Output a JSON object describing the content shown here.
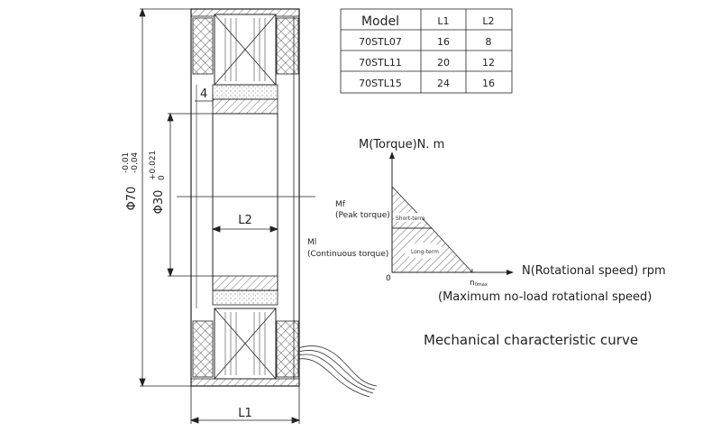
{
  "table": {
    "headers": [
      "Model",
      "L1",
      "L2"
    ],
    "rows": [
      [
        "70STL07",
        "16",
        "8"
      ],
      [
        "70STL11",
        "20",
        "12"
      ],
      [
        "70STL15",
        "24",
        "16"
      ]
    ]
  },
  "dimensions": {
    "outer_diameter": "Φ70",
    "outer_tol_upper": "-0.01",
    "outer_tol_lower": "-0.04",
    "inner_diameter": "Φ30",
    "inner_tol_upper": "+0.021",
    "inner_tol_lower": "0",
    "gap": "4",
    "length_l1": "L1",
    "length_l2": "L2"
  },
  "curve": {
    "y_axis_label": "M(Torque)N. m",
    "x_axis_label": "N(Rotational speed) rpm",
    "origin_label": "0",
    "x_tick_label": "n",
    "x_tick_subscript": "0max",
    "mf_label": "Mf",
    "mf_desc": "(Peak torque)",
    "ml_label": "Ml",
    "ml_desc": "(Continuous torque)",
    "short_term": "Short-term",
    "long_term": "Long-term",
    "note": "(Maximum no-load rotational speed)",
    "caption": "Mechanical characteristic curve"
  }
}
